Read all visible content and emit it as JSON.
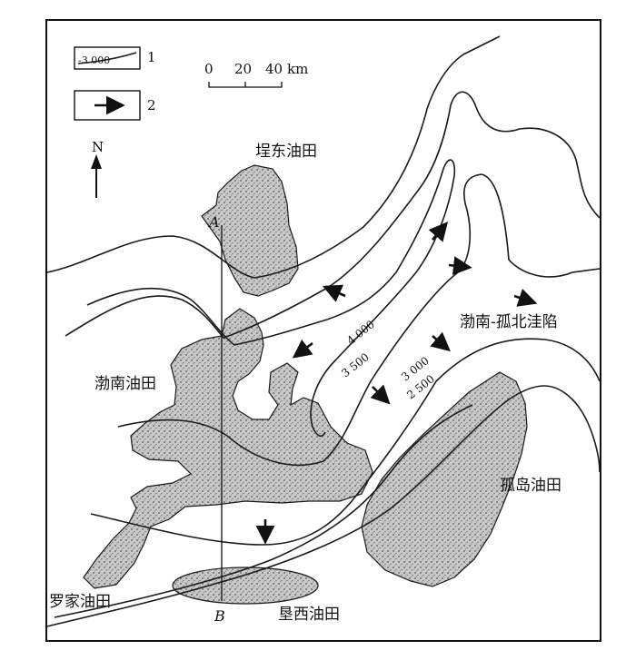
{
  "legend": {
    "item1_number": "1",
    "item1_sample": "-3 000",
    "item2_number": "2"
  },
  "scale": {
    "ticks": [
      "0",
      "20",
      "40"
    ],
    "unit": "km"
  },
  "north_label": "N",
  "oilfields": {
    "kendong": "埕东油田",
    "bonan": "渤南油田",
    "gudao": "孤岛油田",
    "luojia": "罗家油田",
    "kenxi": "垦西油田"
  },
  "sag_label": "渤南-孤北洼陷",
  "contours": [
    "4 000",
    "3 500",
    "3 000",
    "2 500"
  ],
  "section_points": {
    "a": "A",
    "b": "B"
  },
  "colors": {
    "line": "#1a1a1a",
    "stipple_fill": "#bdbdbd"
  }
}
